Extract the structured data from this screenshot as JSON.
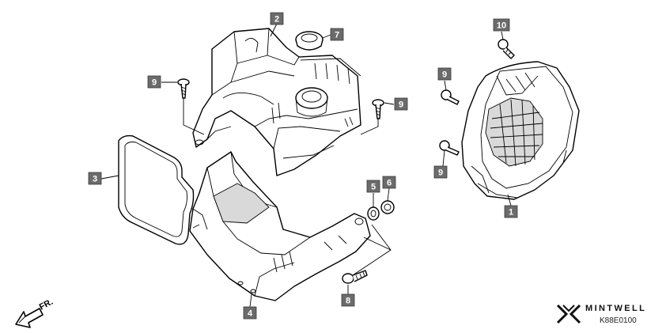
{
  "callouts": [
    {
      "id": "c2",
      "label": "2"
    },
    {
      "id": "c7",
      "label": "7"
    },
    {
      "id": "c9a",
      "label": "9"
    },
    {
      "id": "c9b",
      "label": "9"
    },
    {
      "id": "c3",
      "label": "3"
    },
    {
      "id": "c5",
      "label": "5"
    },
    {
      "id": "c6",
      "label": "6"
    },
    {
      "id": "c8",
      "label": "8"
    },
    {
      "id": "c4",
      "label": "4"
    },
    {
      "id": "c10",
      "label": "10"
    },
    {
      "id": "c9c",
      "label": "9"
    },
    {
      "id": "c9d",
      "label": "9"
    },
    {
      "id": "c1",
      "label": "1"
    }
  ],
  "direction_label": "FR.",
  "brand_name": "MINTWELL",
  "diagram_code": "K88E0100"
}
